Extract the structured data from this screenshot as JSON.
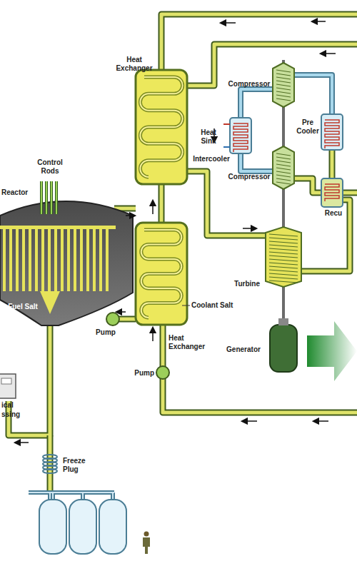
{
  "diagram": {
    "labels": [
      "Heat Exchanger",
      "Compressor",
      "Heat Sink",
      "Intercooler",
      "Pre Cooler",
      "Control Rods",
      "Compressor",
      "Recu",
      "Reactor",
      "Turbine",
      "Coolant Salt",
      "Fuel Salt",
      "Pump",
      "Generator",
      "Heat Exchanger",
      "Pump",
      "ical",
      "ssing",
      "Freeze Plug"
    ]
  }
}
